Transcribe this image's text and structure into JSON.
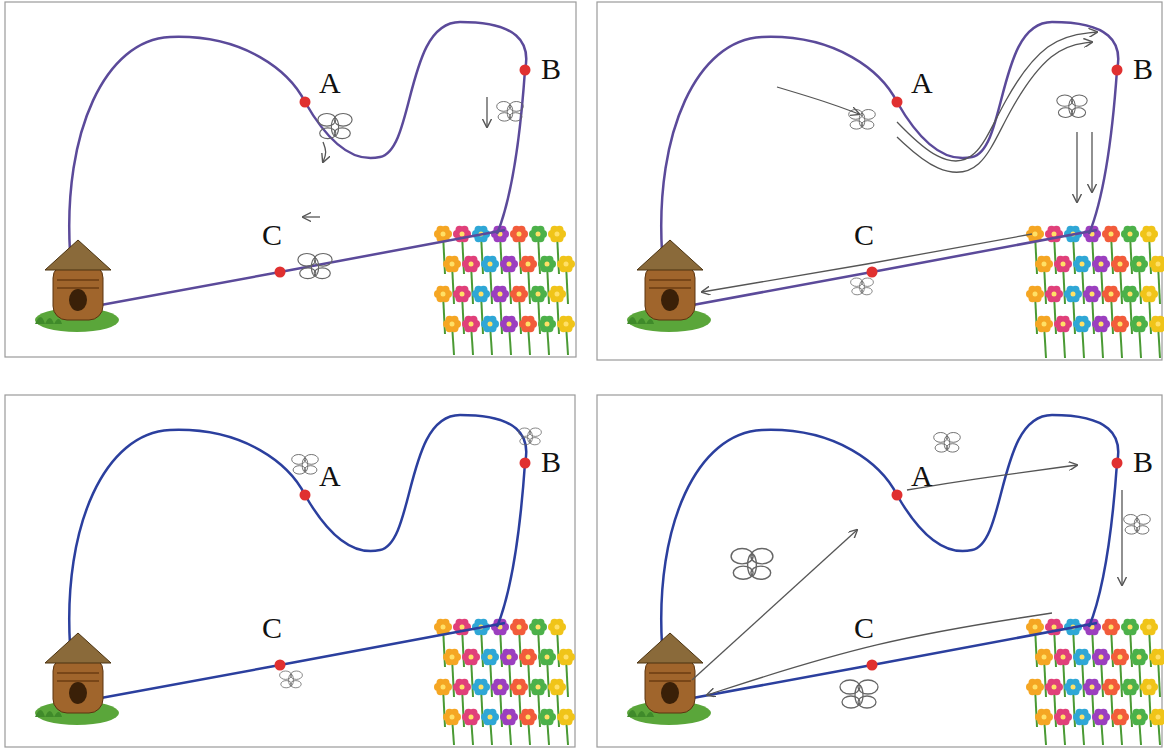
{
  "diagram": {
    "labels": [
      "A",
      "B",
      "C",
      "A",
      "B",
      "C",
      "A",
      "B",
      "C",
      "A",
      "B",
      "C"
    ]
  }
}
